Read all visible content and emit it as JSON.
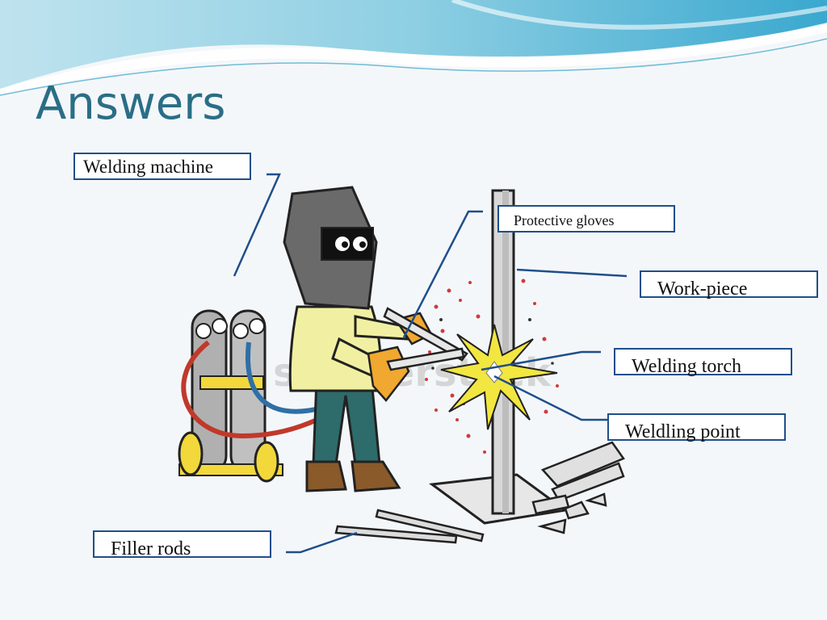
{
  "slide": {
    "title": "Answers"
  },
  "labels": {
    "welding_machine": "Welding machine",
    "protective_gloves": "Protective gloves",
    "work_piece": "Work-piece",
    "welding_torch": "Welding torch",
    "welding_point": "Weldling point",
    "filler_rods": "Filler rods"
  },
  "watermark": "shutterstock",
  "colors": {
    "title": "#2a6e86",
    "label_border": "#1f4f8a",
    "leader_line": "#1f4f8a"
  }
}
